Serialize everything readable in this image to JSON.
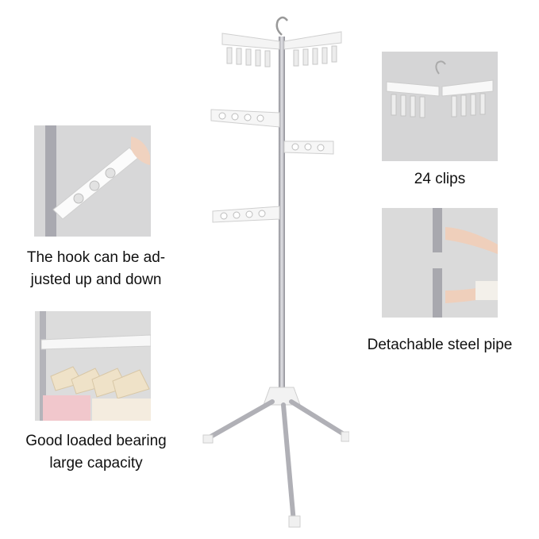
{
  "captions": {
    "hook_line1": "The hook can be ad-",
    "hook_line2": "justed up and down",
    "bearing_line1": "Good loaded bearing",
    "bearing_line2": "large capacity",
    "clips": "24 clips",
    "pipe": "Detachable steel pipe"
  },
  "colors": {
    "background": "#ffffff",
    "photo_gray": "#d9d9d9",
    "steel": "#b9b9be",
    "plastic": "#f4f4f4"
  }
}
